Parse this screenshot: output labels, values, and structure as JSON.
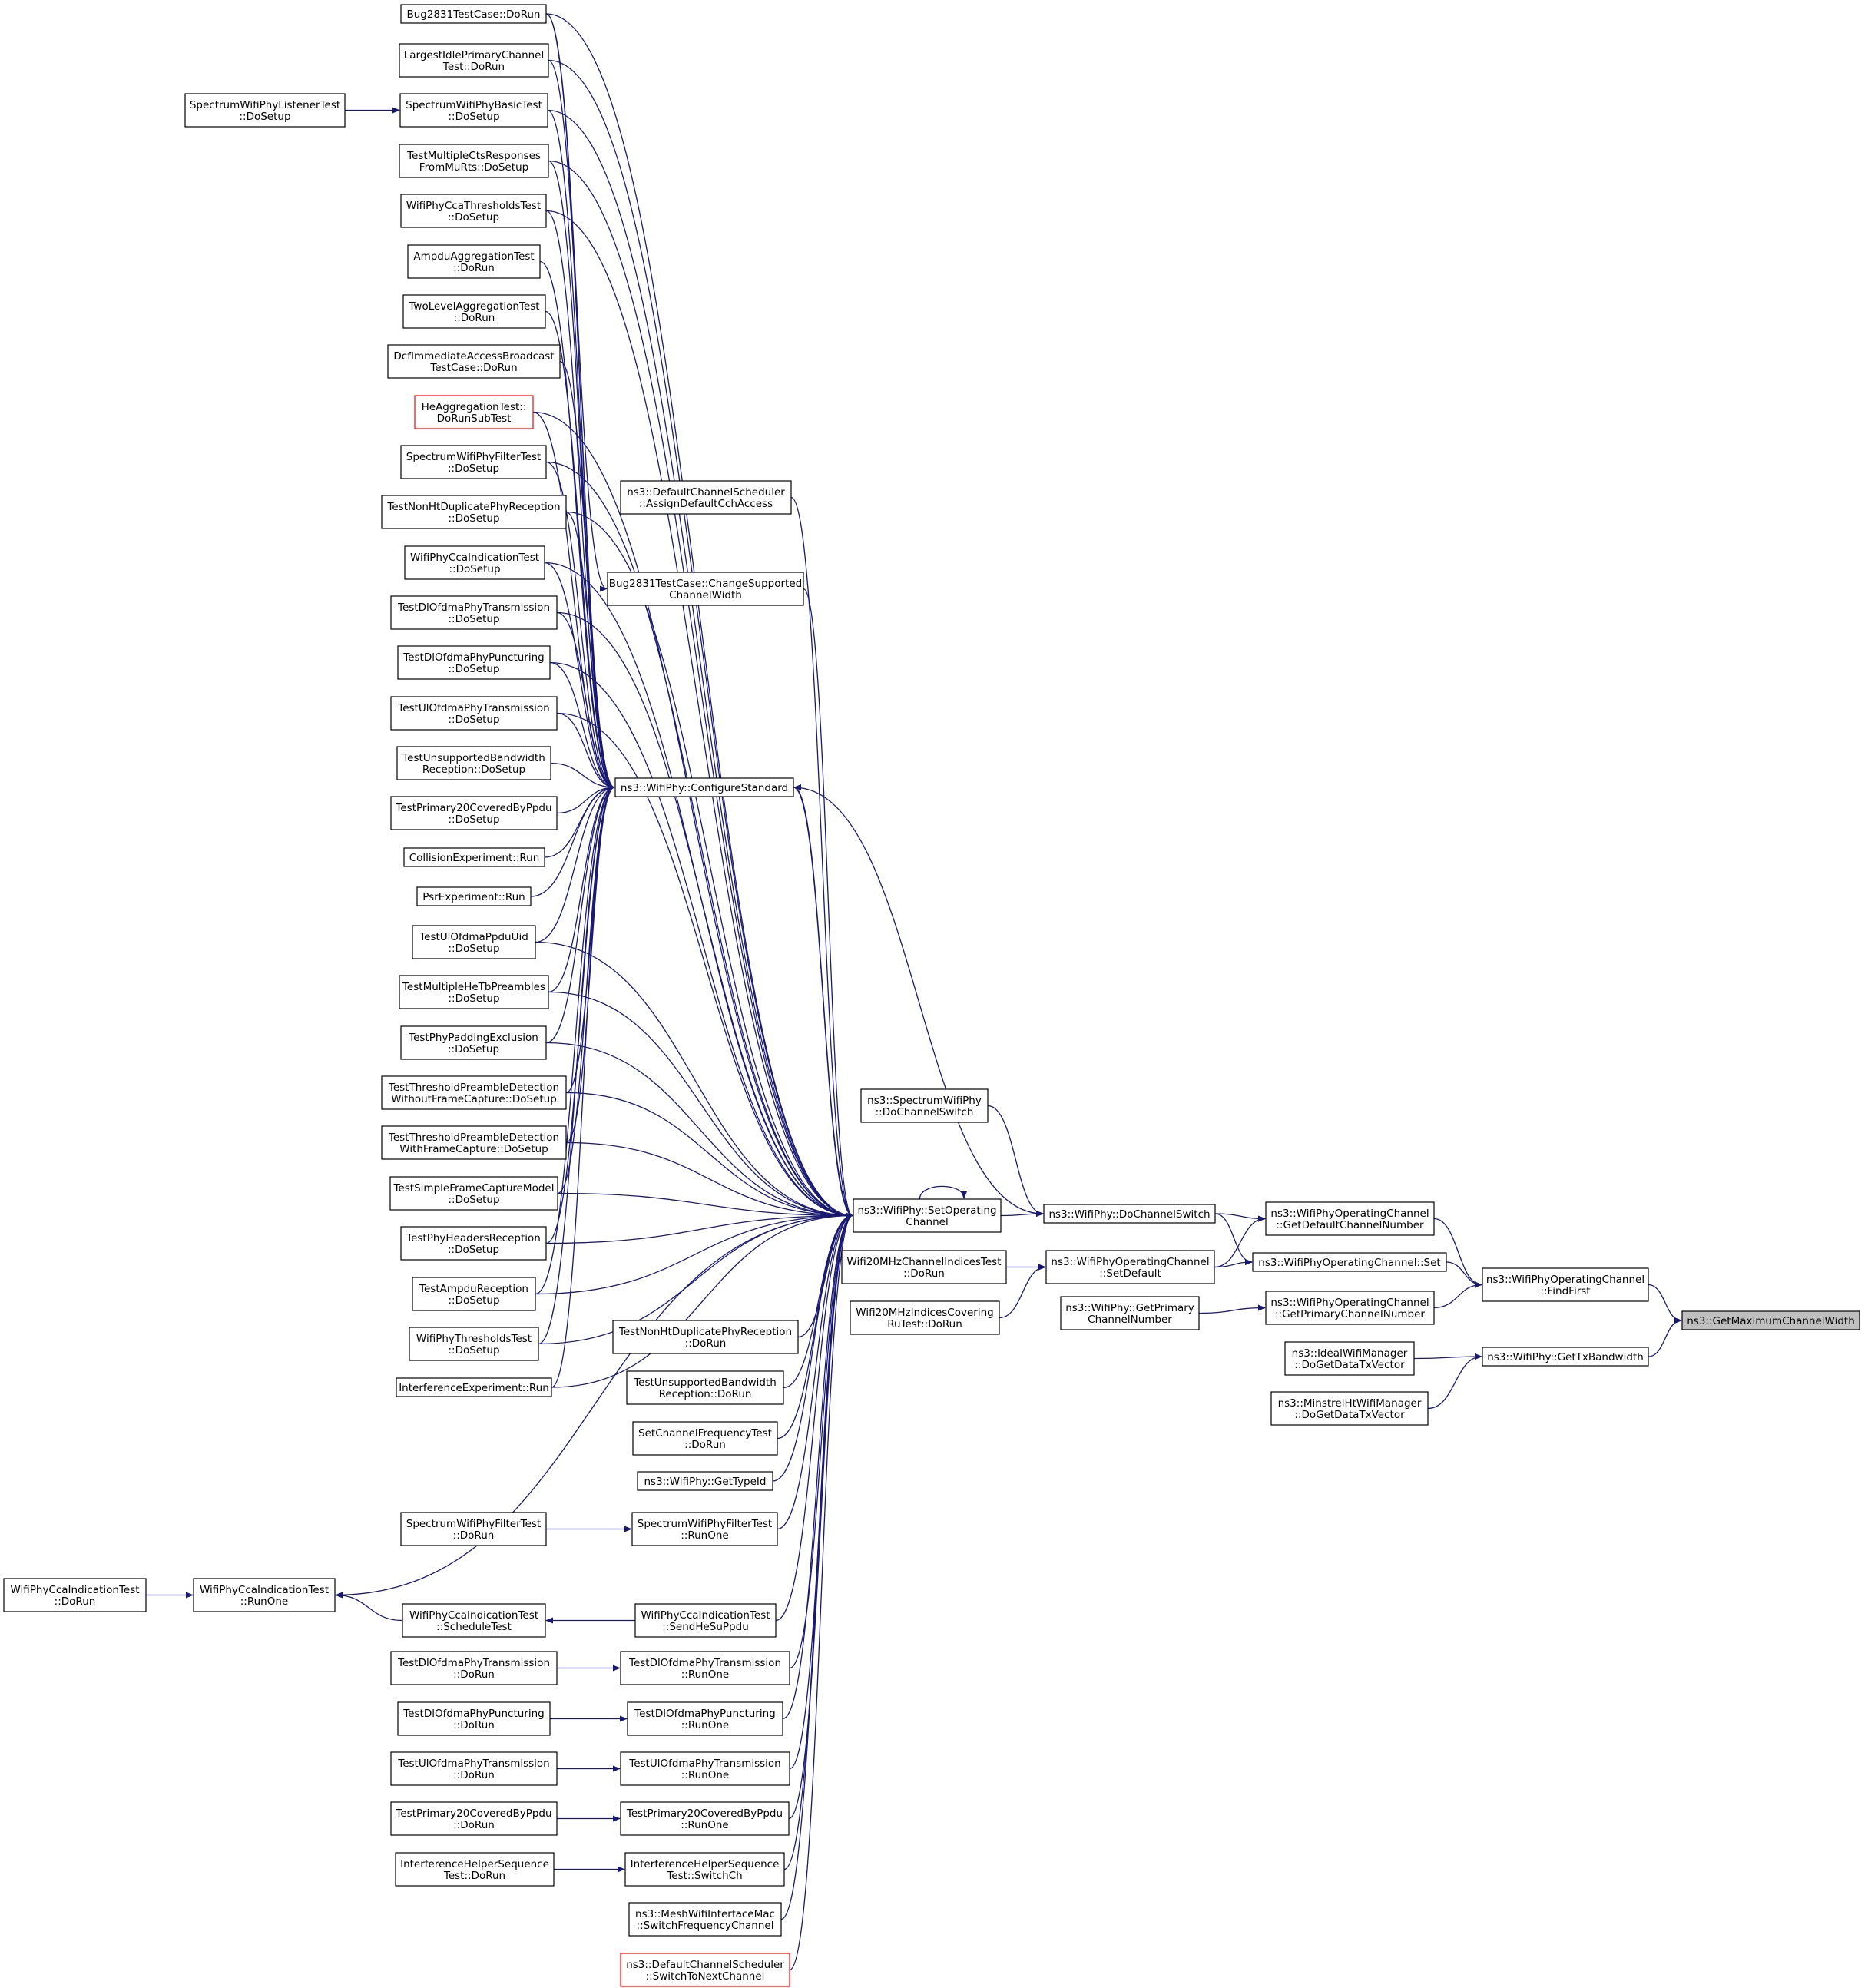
{
  "colors": {
    "edge": "#191970",
    "node_border": "#000000",
    "node_fill": "#ffffff",
    "truncated_border": "#ff0000",
    "root_fill": "#bfbfbf"
  },
  "nodes": {
    "root": [
      "ns3::GetMaximumChannelWidth"
    ],
    "findFirst": [
      "ns3::WifiPhyOperatingChannel",
      "::FindFirst"
    ],
    "getTxBandwidth": [
      "ns3::WifiPhy::GetTxBandwidth"
    ],
    "getDefaultChannelNumber": [
      "ns3::WifiPhyOperatingChannel",
      "::GetDefaultChannelNumber"
    ],
    "opSet": [
      "ns3::WifiPhyOperatingChannel::Set"
    ],
    "getPrimaryChannelNumber": [
      "ns3::WifiPhyOperatingChannel",
      "::GetPrimaryChannelNumber"
    ],
    "idealMgr": [
      "ns3::IdealWifiManager",
      "::DoGetDataTxVector"
    ],
    "minstrelMgr": [
      "ns3::MinstrelHtWifiManager",
      "::DoGetDataTxVector"
    ],
    "doChannelSwitch": [
      "ns3::WifiPhy::DoChannelSwitch"
    ],
    "setDefault": [
      "ns3::WifiPhyOperatingChannel",
      "::SetDefault"
    ],
    "getPrimary": [
      "ns3::WifiPhy::GetPrimary",
      "ChannelNumber"
    ],
    "spectrumDoChannelSwitch": [
      "ns3::SpectrumWifiPhy",
      "::DoChannelSwitch"
    ],
    "setOperatingChannel": [
      "ns3::WifiPhy::SetOperating",
      "Channel"
    ],
    "wifi20Indices": [
      "Wifi20MHzChannelIndicesTest",
      "::DoRun"
    ],
    "wifi20Covering": [
      "Wifi20MHzIndicesCovering",
      "RuTest::DoRun"
    ],
    "configureStandard": [
      "ns3::WifiPhy::ConfigureStandard"
    ],
    "assignDefaultCch": [
      "ns3::DefaultChannelScheduler",
      "::AssignDefaultCchAccess"
    ],
    "changeSupported": [
      "Bug2831TestCase::ChangeSupported",
      "ChannelWidth"
    ],
    "nonHtDupDoRun": [
      "TestNonHtDuplicatePhyReception",
      "::DoRun"
    ],
    "unsupportedBwDoRun": [
      "TestUnsupportedBandwidth",
      "Reception::DoRun"
    ],
    "setChannelFreq": [
      "SetChannelFrequencyTest",
      "::DoRun"
    ],
    "getTypeId": [
      "ns3::WifiPhy::GetTypeId"
    ],
    "filterRunOne": [
      "SpectrumWifiPhyFilterTest",
      "::RunOne"
    ],
    "sendHeSuPpdu": [
      "WifiPhyCcaIndicationTest",
      "::SendHeSuPpdu"
    ],
    "dlOfdmaTxRunOne": [
      "TestDlOfdmaPhyTransmission",
      "::RunOne"
    ],
    "dlOfdmaPuncRunOne": [
      "TestDlOfdmaPhyPuncturing",
      "::RunOne"
    ],
    "ulOfdmaTxRunOne": [
      "TestUlOfdmaPhyTransmission",
      "::RunOne"
    ],
    "primary20RunOne": [
      "TestPrimary20CoveredByPpdu",
      "::RunOne"
    ],
    "interfSwitchCh": [
      "InterferenceHelperSequence",
      "Test::SwitchCh"
    ],
    "meshSwitch": [
      "ns3::MeshWifiInterfaceMac",
      "::SwitchFrequencyChannel"
    ],
    "switchToNext": [
      "ns3::DefaultChannelScheduler",
      "::SwitchToNextChannel"
    ],
    "bug2831DoRun": [
      "Bug2831TestCase::DoRun"
    ],
    "largestIdle": [
      "LargestIdlePrimaryChannel",
      "Test::DoRun"
    ],
    "basicTest": [
      "SpectrumWifiPhyBasicTest",
      "::DoSetup"
    ],
    "listenerTest": [
      "SpectrumWifiPhyListenerTest",
      "::DoSetup"
    ],
    "multiCts": [
      "TestMultipleCtsResponses",
      "FromMuRts::DoSetup"
    ],
    "ccaThresholds": [
      "WifiPhyCcaThresholdsTest",
      "::DoSetup"
    ],
    "ampduAgg": [
      "AmpduAggregationTest",
      "::DoRun"
    ],
    "twoLevelAgg": [
      "TwoLevelAggregationTest",
      "::DoRun"
    ],
    "dcfImmediate": [
      "DcfImmediateAccessBroadcast",
      "TestCase::DoRun"
    ],
    "heAgg": [
      "HeAggregationTest::",
      "DoRunSubTest"
    ],
    "filterSetup": [
      "SpectrumWifiPhyFilterTest",
      "::DoSetup"
    ],
    "nonHtDupSetup": [
      "TestNonHtDuplicatePhyReception",
      "::DoSetup"
    ],
    "ccaIndSetup": [
      "WifiPhyCcaIndicationTest",
      "::DoSetup"
    ],
    "dlOfdmaTxSetup": [
      "TestDlOfdmaPhyTransmission",
      "::DoSetup"
    ],
    "dlOfdmaPuncSetup": [
      "TestDlOfdmaPhyPuncturing",
      "::DoSetup"
    ],
    "ulOfdmaTxSetup": [
      "TestUlOfdmaPhyTransmission",
      "::DoSetup"
    ],
    "unsupportedBwSetup": [
      "TestUnsupportedBandwidth",
      "Reception::DoSetup"
    ],
    "primary20Setup": [
      "TestPrimary20CoveredByPpdu",
      "::DoSetup"
    ],
    "collisionRun": [
      "CollisionExperiment::Run"
    ],
    "psrRun": [
      "PsrExperiment::Run"
    ],
    "ulOfdmaUid": [
      "TestUlOfdmaPpduUid",
      "::DoSetup"
    ],
    "multiHeTb": [
      "TestMultipleHeTbPreambles",
      "::DoSetup"
    ],
    "paddingExcl": [
      "TestPhyPaddingExclusion",
      "::DoSetup"
    ],
    "thrWithout": [
      "TestThresholdPreambleDetection",
      "WithoutFrameCapture::DoSetup"
    ],
    "thrWith": [
      "TestThresholdPreambleDetection",
      "WithFrameCapture::DoSetup"
    ],
    "simpleCapture": [
      "TestSimpleFrameCaptureModel",
      "::DoSetup"
    ],
    "phyHeaders": [
      "TestPhyHeadersReception",
      "::DoSetup"
    ],
    "ampduRecep": [
      "TestAmpduReception",
      "::DoSetup"
    ],
    "phyThresholds": [
      "WifiPhyThresholdsTest",
      "::DoSetup"
    ],
    "interfRun": [
      "InterferenceExperiment::Run"
    ],
    "filterDoRun": [
      "SpectrumWifiPhyFilterTest",
      "::DoRun"
    ],
    "ccaIndRunOne": [
      "WifiPhyCcaIndicationTest",
      "::RunOne"
    ],
    "ccaIndDoRun": [
      "WifiPhyCcaIndicationTest",
      "::DoRun"
    ],
    "ccaIndSchedule": [
      "WifiPhyCcaIndicationTest",
      "::ScheduleTest"
    ],
    "dlOfdmaTxDoRun": [
      "TestDlOfdmaPhyTransmission",
      "::DoRun"
    ],
    "dlOfdmaPuncDoRun": [
      "TestDlOfdmaPhyPuncturing",
      "::DoRun"
    ],
    "ulOfdmaTxDoRun": [
      "TestUlOfdmaPhyTransmission",
      "::DoRun"
    ],
    "primary20DoRun": [
      "TestPrimary20CoveredByPpdu",
      "::DoRun"
    ],
    "interfSeqDoRun": [
      "InterferenceHelperSequence",
      "Test::DoRun"
    ]
  }
}
